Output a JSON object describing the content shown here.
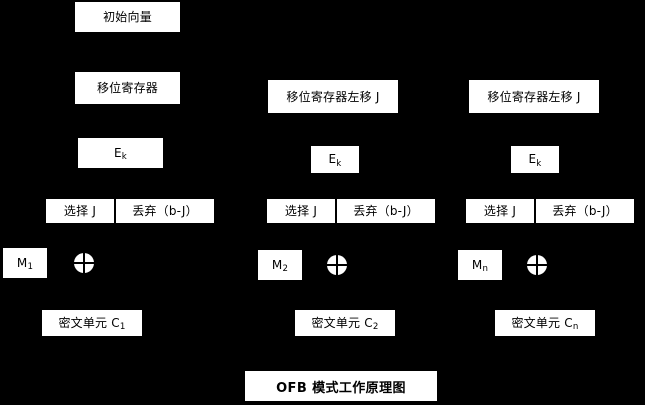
{
  "diagram": {
    "background_color": "#000000",
    "box_color": "#ffffff",
    "text_color": "#000000",
    "title": "OFB 模式工作原理图",
    "columns": [
      {
        "id": "column-1",
        "init_vector": "初始向量",
        "shift_register": "移位寄存器",
        "encrypt_label": "E",
        "encrypt_sub": "k",
        "select_label": "选择 J",
        "discard_label": "丢弃（b-J）",
        "plaintext_label": "M",
        "plaintext_sub": "1",
        "xor_label": "xor-node",
        "ciphertext_label": "密文单元 C",
        "ciphertext_sub": "1"
      },
      {
        "id": "column-2",
        "shift_register": "移位寄存器左移 J",
        "encrypt_label": "E",
        "encrypt_sub": "k",
        "select_label": "选择 J",
        "discard_label": "丢弃（b-J）",
        "plaintext_label": "M",
        "plaintext_sub": "2",
        "xor_label": "xor-node",
        "ciphertext_label": "密文单元 C",
        "ciphertext_sub": "2"
      },
      {
        "id": "column-3",
        "shift_register": "移位寄存器左移 J",
        "encrypt_label": "E",
        "encrypt_sub": "k",
        "select_label": "选择 J",
        "discard_label": "丢弃（b-J）",
        "plaintext_label": "M",
        "plaintext_sub": "n",
        "xor_label": "xor-node",
        "ciphertext_label": "密文单元 C",
        "ciphertext_sub": "n"
      }
    ]
  }
}
